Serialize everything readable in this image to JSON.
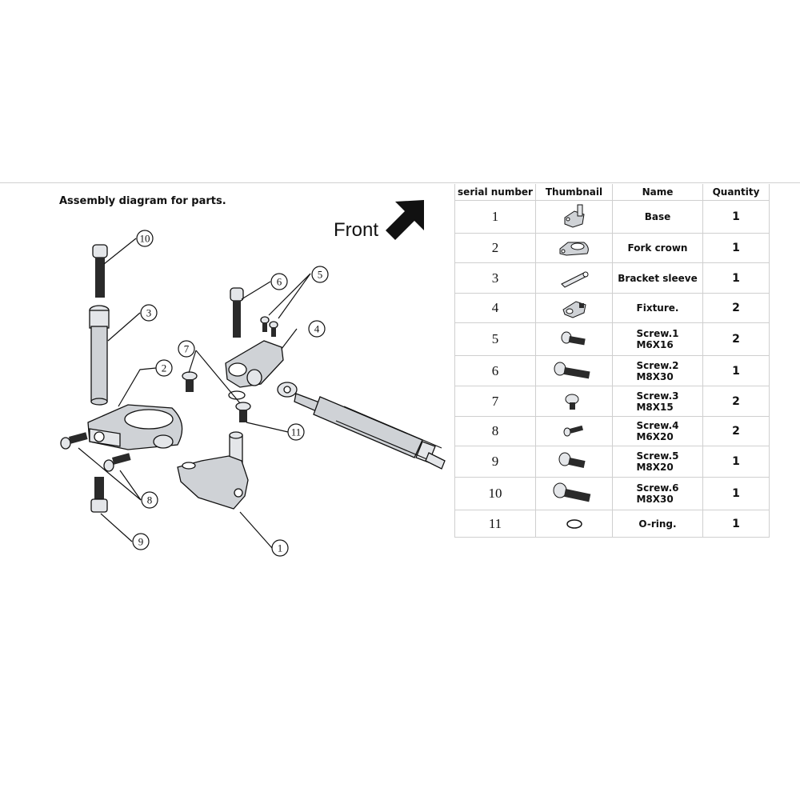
{
  "title": "Assembly diagram for parts.",
  "front_label": "Front",
  "callouts": [
    "1",
    "2",
    "3",
    "4",
    "5",
    "6",
    "7",
    "8",
    "9",
    "10",
    "11"
  ],
  "table": {
    "headers": {
      "serial": "serial number",
      "thumbnail": "Thumbnail",
      "name": "Name",
      "quantity": "Quantity"
    },
    "rows": [
      {
        "serial": "1",
        "name": "Base",
        "spec": "",
        "qty": "1",
        "icon": "base-icon"
      },
      {
        "serial": "2",
        "name": "Fork crown",
        "spec": "",
        "qty": "1",
        "icon": "fork-crown-icon"
      },
      {
        "serial": "3",
        "name": "Bracket sleeve",
        "spec": "",
        "qty": "1",
        "icon": "bracket-sleeve-icon"
      },
      {
        "serial": "4",
        "name": "Fixture.",
        "spec": "",
        "qty": "2",
        "icon": "fixture-icon"
      },
      {
        "serial": "5",
        "name": "Screw.1",
        "spec": "M6X16",
        "qty": "2",
        "icon": "screw-icon"
      },
      {
        "serial": "6",
        "name": "Screw.2",
        "spec": "M8X30",
        "qty": "1",
        "icon": "screw-icon"
      },
      {
        "serial": "7",
        "name": "Screw.3",
        "spec": "M8X15",
        "qty": "2",
        "icon": "button-screw-icon"
      },
      {
        "serial": "8",
        "name": "Screw.4",
        "spec": "M6X20",
        "qty": "2",
        "icon": "screw-icon"
      },
      {
        "serial": "9",
        "name": "Screw.5",
        "spec": "M8X20",
        "qty": "1",
        "icon": "screw-icon"
      },
      {
        "serial": "10",
        "name": "Screw.6",
        "spec": "M8X30",
        "qty": "1",
        "icon": "screw-icon"
      },
      {
        "serial": "11",
        "name": "O-ring.",
        "spec": "",
        "qty": "1",
        "icon": "o-ring-icon"
      }
    ]
  }
}
